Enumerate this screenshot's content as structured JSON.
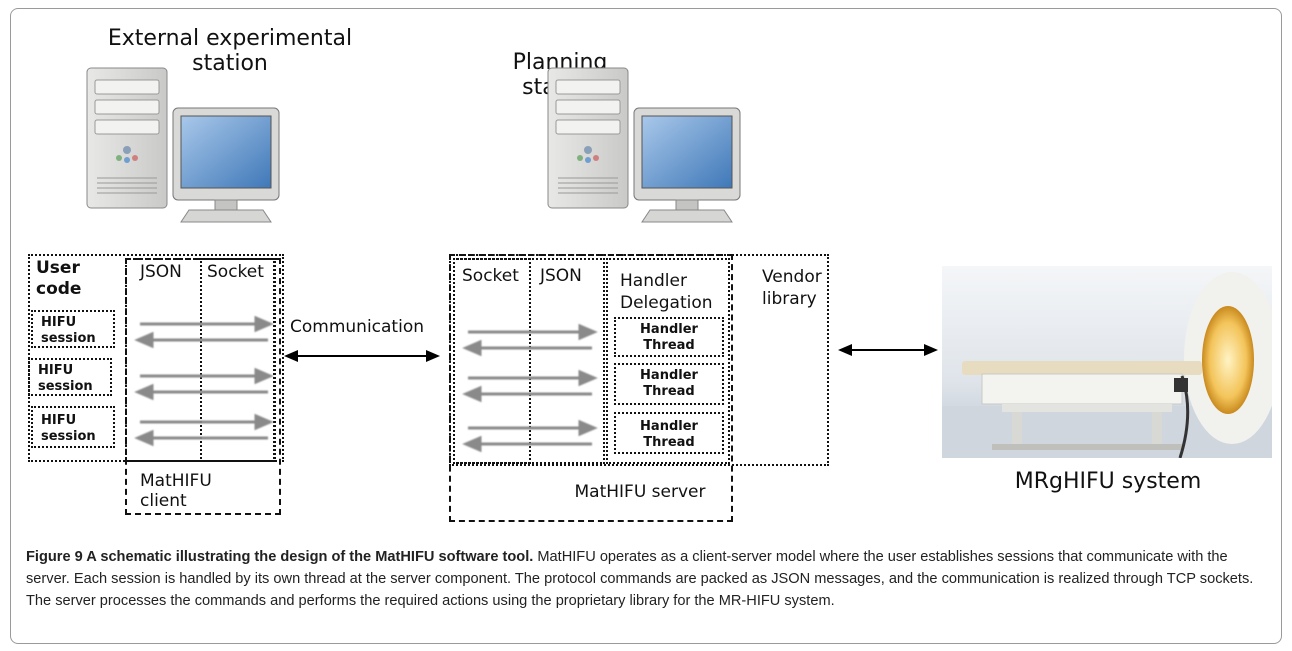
{
  "stations": {
    "external": "External experimental station",
    "planning": "Planning station"
  },
  "client": {
    "user_code": "User code",
    "sessions": [
      "HIFU session",
      "HIFU session",
      "HIFU session"
    ],
    "json": "JSON",
    "socket": "Socket",
    "name": "MatHIFU client"
  },
  "communication": "Communication",
  "server": {
    "socket": "Socket",
    "json": "JSON",
    "handler_delegation": "Handler Delegation",
    "threads": [
      "Handler Thread",
      "Handler Thread",
      "Handler Thread"
    ],
    "vendor_library": "Vendor library",
    "name": "MatHIFU server"
  },
  "system": "MRgHIFU system",
  "caption": {
    "figure": "Figure 9 A schematic illustrating the design of the MatHIFU software tool.",
    "text": "MatHIFU operates as a client-server model where the user establishes sessions that communicate with the server. Each session is handled by its own thread at the server component. The protocol commands are packed as JSON messages, and the communication is realized through TCP sockets. The server processes the commands and performs the required actions using the proprietary library for the MR-HIFU system."
  },
  "icons": [
    "computer-icon",
    "computer-icon",
    "mri-scanner-photo"
  ]
}
